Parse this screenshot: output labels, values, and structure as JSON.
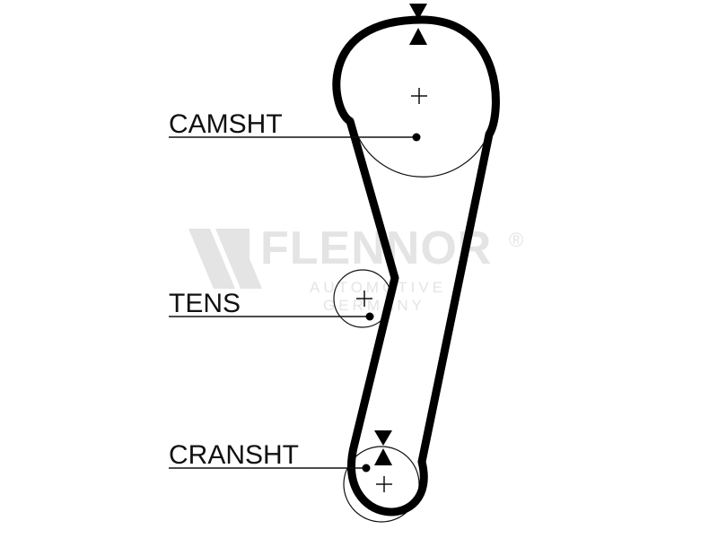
{
  "labels": {
    "camshaft": "CAMSHT",
    "tensioner": "TENS",
    "crankshaft": "CRANSHT"
  },
  "watermark": {
    "brand": "FLENNOR",
    "line1": "AUTOMOTIVE",
    "line2": "GERMANY",
    "registered": "®"
  },
  "colors": {
    "belt": "#000000",
    "lines": "#111111",
    "watermark": "#e4e4e4"
  }
}
